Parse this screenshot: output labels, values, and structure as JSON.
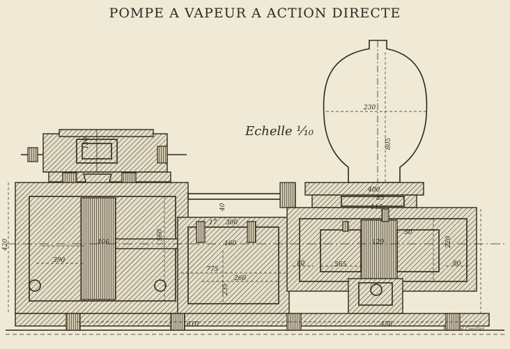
{
  "title": "POMPE A VAPEUR A ACTION DIRECTE",
  "scale": "Echelle ¹⁄₁₀",
  "credit": "Broise et Courtier",
  "dimensions": {
    "d130": "130",
    "d230": "230",
    "d805": "805",
    "d400": "400",
    "d85": "85",
    "d115": "115",
    "d560": "560",
    "d420": "420",
    "d100": "100",
    "d390": "390",
    "d17": "17",
    "d300": "300",
    "d40": "40",
    "d160": "160",
    "d775": "775",
    "d260": "260",
    "d235": "235",
    "d610": "610",
    "d450": "450",
    "d120": "120",
    "d565": "565",
    "d80a": "80",
    "d80b": "80",
    "d220": "220",
    "d50": "50"
  }
}
